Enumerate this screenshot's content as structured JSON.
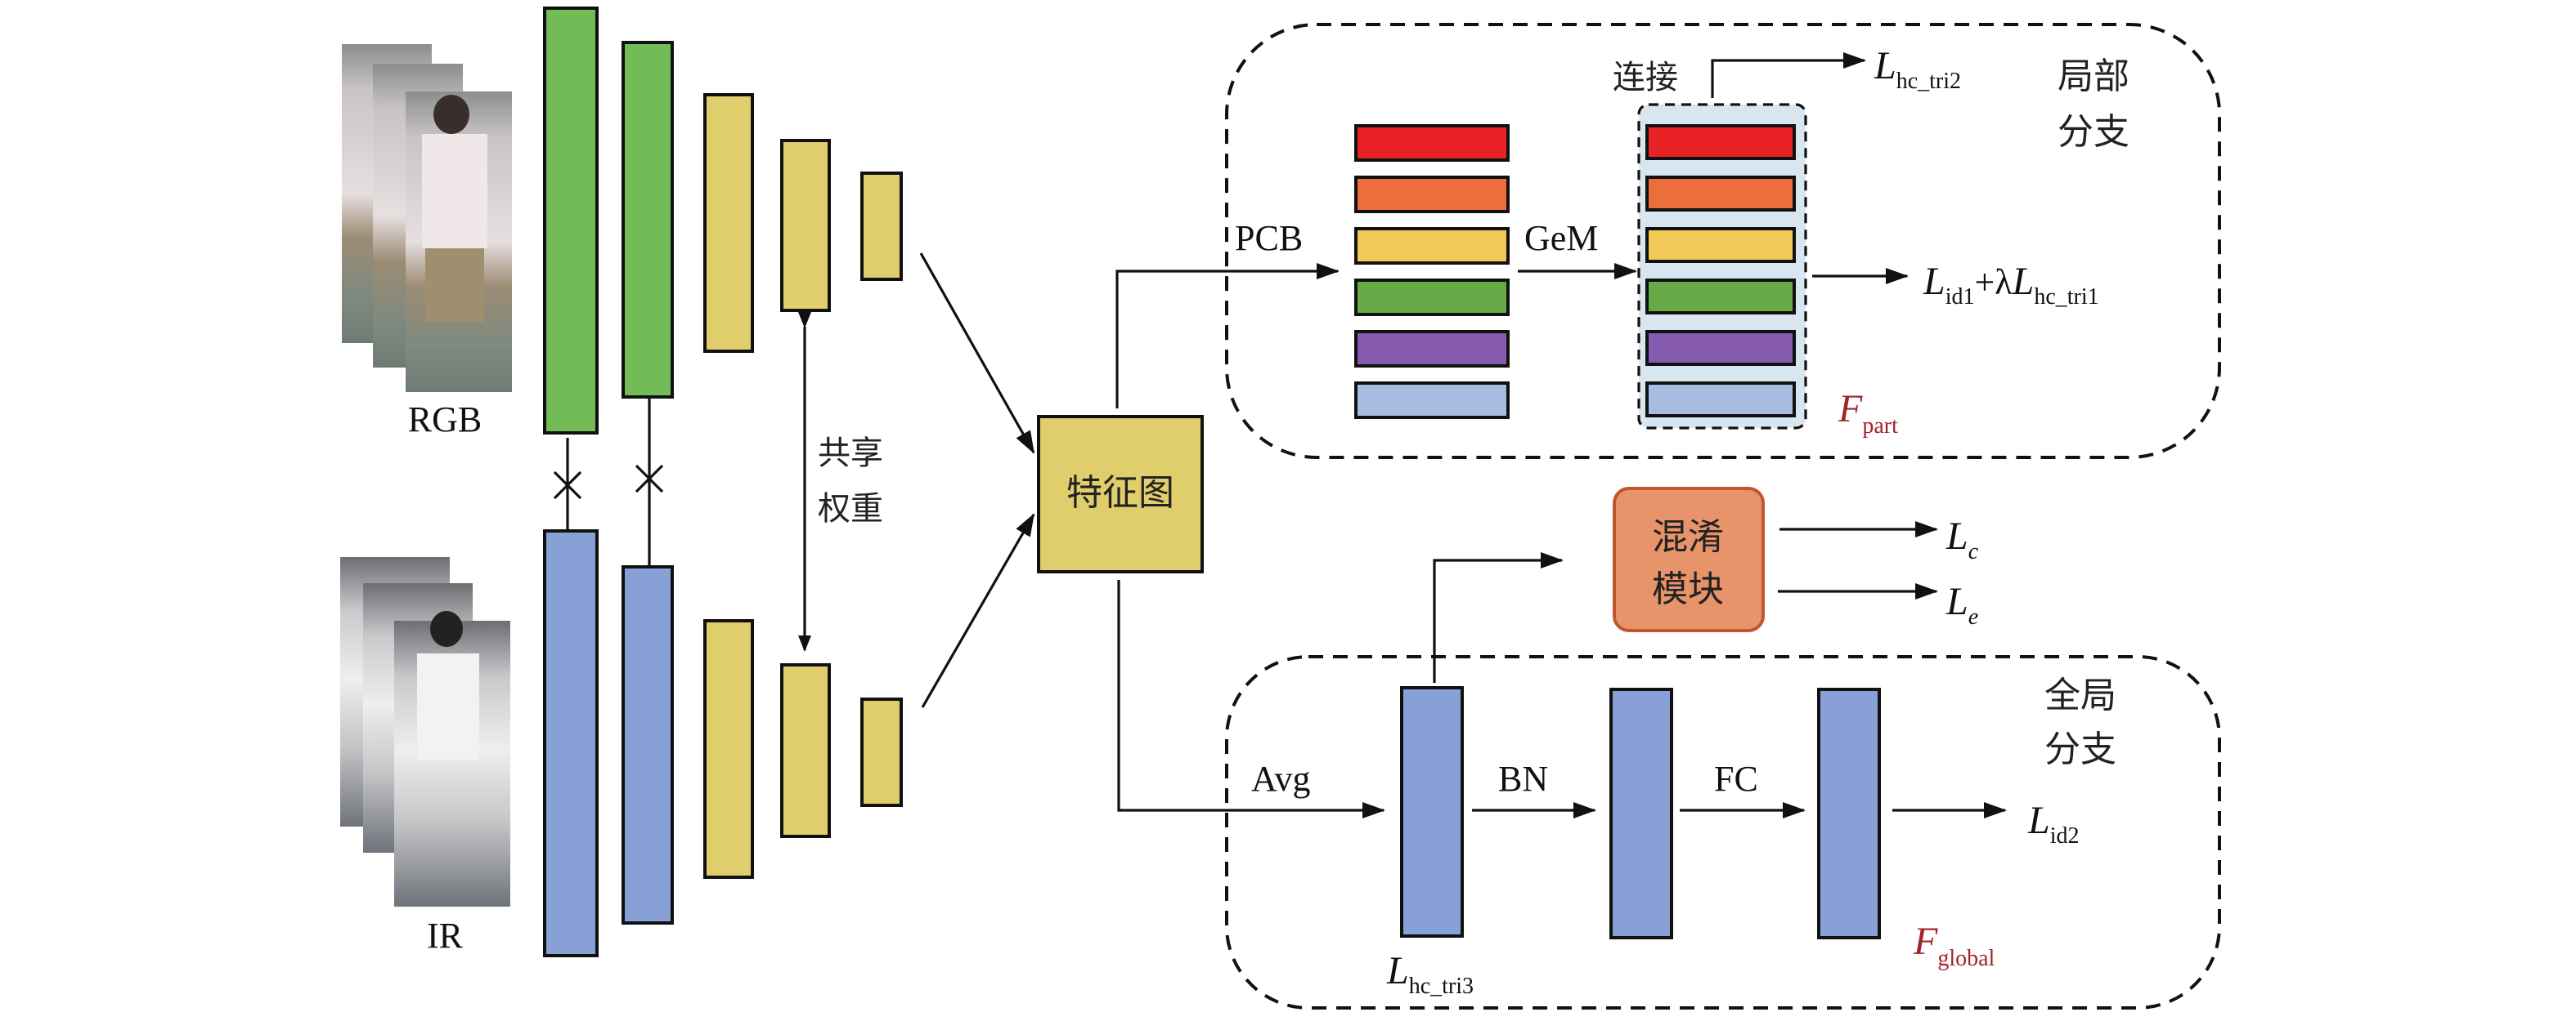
{
  "inputs": {
    "rgb_label": "RGB",
    "ir_label": "IR"
  },
  "backbone": {
    "shared_weights_label_line1": "共享",
    "shared_weights_label_line2": "权重",
    "feature_map_label": "特征图",
    "colors": {
      "rgb_stage": "#72bb56",
      "ir_stage": "#87a1d6",
      "shared_stage": "#dfce6b"
    }
  },
  "local_branch": {
    "title_line1": "局部",
    "title_line2": "分支",
    "pcb_label": "PCB",
    "gem_label": "GeM",
    "concat_label": "连接",
    "loss_top": {
      "main": "L",
      "sub": "hc_tri2"
    },
    "loss_right": {
      "main1": "L",
      "sub1": "id1",
      "op": "+λ",
      "main2": "L",
      "sub2": "hc_tri1"
    },
    "feature_label": {
      "main": "F",
      "sub": "part"
    },
    "stripe_colors": [
      "#e82225",
      "#eb6e3c",
      "#f1c956",
      "#67aa47",
      "#865aae",
      "#a8bce2"
    ],
    "concat_bg": "#d7e6ef"
  },
  "confusion_module": {
    "label_line1": "混淆",
    "label_line2": "模块",
    "color": "#e8946a",
    "loss_c": {
      "main": "L",
      "sub": "c"
    },
    "loss_e": {
      "main": "L",
      "sub": "e"
    }
  },
  "global_branch": {
    "title_line1": "全局",
    "title_line2": "分支",
    "avg_label": "Avg",
    "bn_label": "BN",
    "fc_label": "FC",
    "loss_bottom": {
      "main": "L",
      "sub": "hc_tri3"
    },
    "loss_right": {
      "main": "L",
      "sub": "id2"
    },
    "feature_label": {
      "main": "F",
      "sub": "global"
    },
    "bar_color": "#87a1d6"
  },
  "accent_text_color": "#a3232b"
}
